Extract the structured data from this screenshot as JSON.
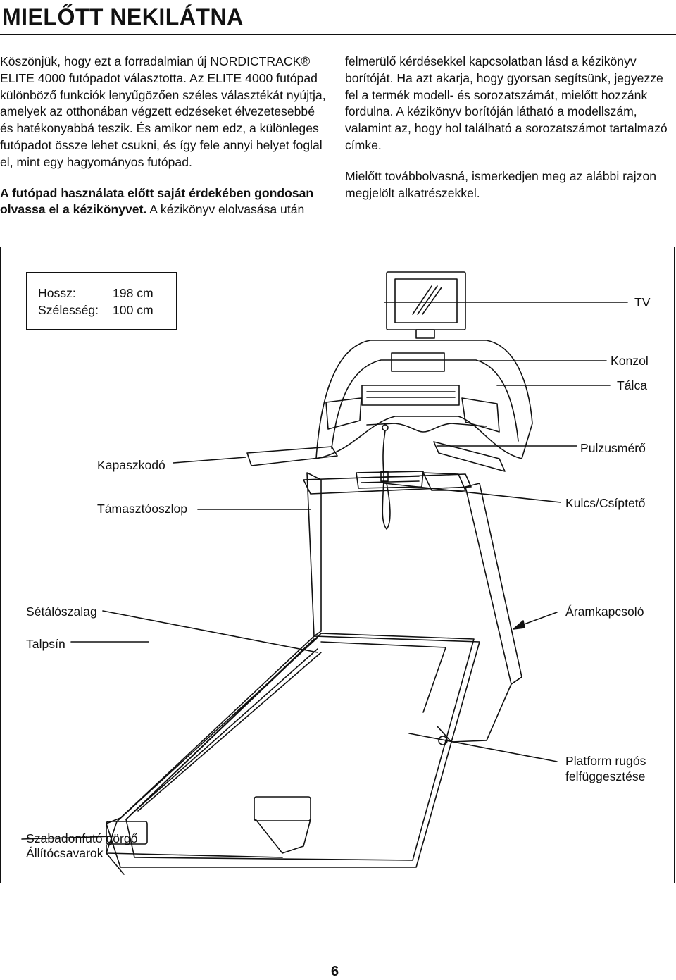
{
  "title": "MIELŐTT NEKILÁTNA",
  "intro": {
    "p1": "Köszönjük, hogy ezt a forradalmian új NORDICTRACK® ELITE 4000 futópadot választotta. Az ELITE 4000 futópad különböző funkciók lenyűgözően széles választékát nyújtja, amelyek az otthonában végzett edzéseket élvezetesebbé és hatékonyabbá teszik. És amikor nem edz, a különleges futópadot össze lehet csukni, és így fele annyi helyet foglal el, mint egy hagyományos futópad.",
    "p2_bold": "A futópad használata előtt saját érdekében gondosan olvassa el a kézikönyvet.",
    "p2_rest": " A kézikönyv elolvasása után felmerülő kérdésekkel kapcsolatban lásd a kézikönyv borítóját. Ha azt akarja, hogy gyorsan segítsünk, jegyezze fel a termék modell- és sorozatszámát, mielőtt hozzánk fordulna. A kézikönyv borítóján látható a modellszám, valamint az, hogy hol található a sorozatszámot tartalmazó címke.",
    "p3": "Mielőtt továbbolvasná, ismerkedjen meg az alábbi rajzon megjelölt alkatrészekkel."
  },
  "dimensions": {
    "length_label": "Hossz:",
    "length_value": "198 cm",
    "width_label": "Szélesség:",
    "width_value": "100 cm"
  },
  "labels": {
    "tv": "TV",
    "console": "Konzol",
    "tray": "Tálca",
    "handrail": "Kapaszkodó",
    "pulse": "Pulzusmérő",
    "upright": "Támasztóoszlop",
    "key_clip": "Kulcs/Csíptető",
    "belt": "Sétálószalag",
    "power_switch": "Áramkapcsoló",
    "foot_rail": "Talpsín",
    "platform_line1": "Platform rugós",
    "platform_line2": "felfüggesztése",
    "roller_line1": "Szabadonfutó görgő",
    "roller_line2": "Állítócsavarok"
  },
  "page_number": "6"
}
